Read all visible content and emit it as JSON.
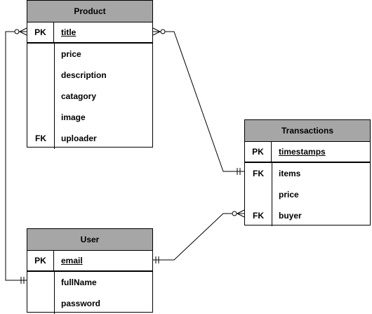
{
  "entities": {
    "product": {
      "title": "Product",
      "pk": {
        "key": "PK",
        "name": "title"
      },
      "attributes": [
        {
          "key": "",
          "name": "price"
        },
        {
          "key": "",
          "name": "description"
        },
        {
          "key": "",
          "name": "catagory"
        },
        {
          "key": "",
          "name": "image"
        },
        {
          "key": "FK",
          "name": "uploader"
        }
      ]
    },
    "transactions": {
      "title": "Transactions",
      "pk": {
        "key": "PK",
        "name": "timestamps"
      },
      "attributes": [
        {
          "key": "FK",
          "name": "items"
        },
        {
          "key": "",
          "name": "price"
        },
        {
          "key": "FK",
          "name": "buyer"
        }
      ]
    },
    "user": {
      "title": "User",
      "pk": {
        "key": "PK",
        "name": "email"
      },
      "attributes": [
        {
          "key": "",
          "name": "fullName"
        },
        {
          "key": "",
          "name": "password"
        }
      ]
    }
  }
}
